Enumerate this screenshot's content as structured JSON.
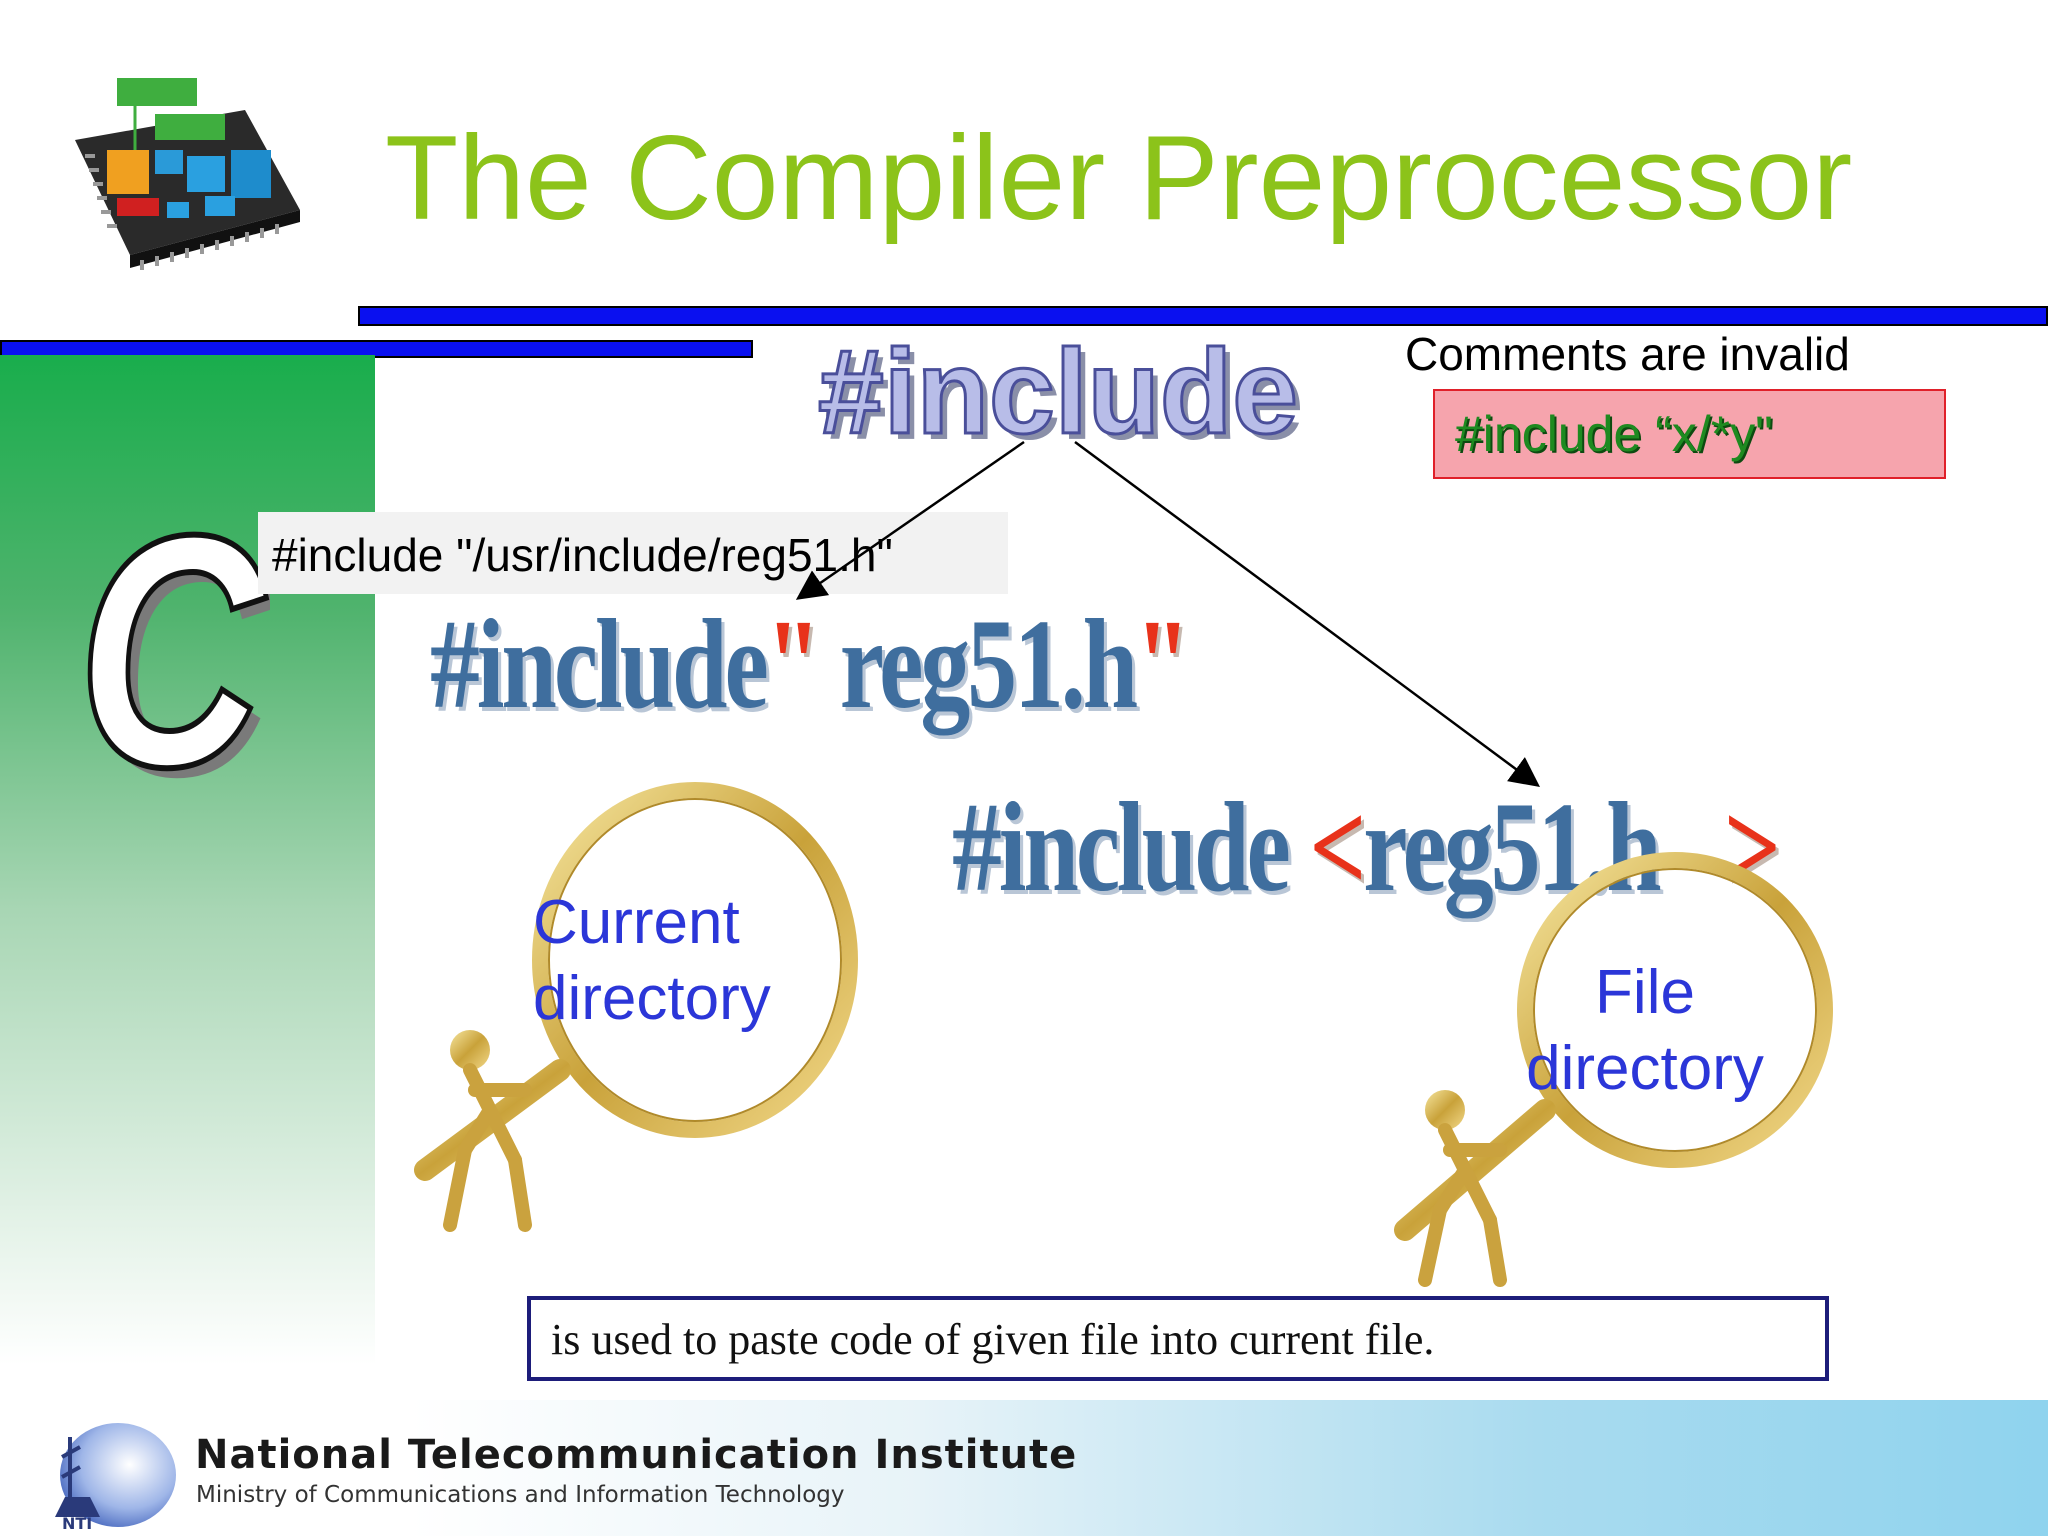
{
  "slide": {
    "title": "The Compiler Preprocessor",
    "c_logo_letter": "C",
    "directive_word": "#include",
    "comments_note": {
      "label": "Comments are invalid",
      "code": "#include “x/*y\""
    },
    "path_example": "#include \"/usr/include/reg51.h\"",
    "quote_form": {
      "directive": "#include",
      "open_quote": "\"",
      "filename": " reg51.h",
      "close_quote": "\""
    },
    "angle_form": {
      "directive": "#include",
      "open_angle": "<",
      "filename": "reg51.h",
      "close_angle": ">"
    },
    "search_left": {
      "line1": "Current",
      "line2": "directory"
    },
    "search_right": {
      "line1": "File",
      "line2": "directory"
    },
    "description": "is used to paste code of given file into current file."
  },
  "footer": {
    "institute": "National Telecommunication Institute",
    "ministry": "Ministry of Communications and Information Technology",
    "logo_text": "NTI"
  },
  "colors": {
    "title": "#8cc31a",
    "bar": "#0a10f0",
    "code_blue": "#3f6e9e",
    "accent_red": "#e8321a",
    "label_blue": "#2b36d8"
  }
}
